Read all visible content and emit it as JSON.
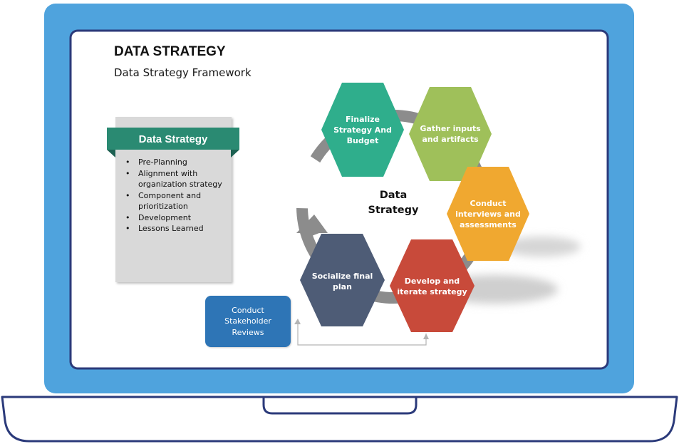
{
  "slide": {
    "title": "DATA STRATEGY",
    "subtitle": "Data Strategy Framework"
  },
  "panel": {
    "header": "Data Strategy",
    "items": [
      "Pre-Planning",
      "Alignment with organization strategy",
      "Component and prioritization",
      "Development",
      "Lessons Learned"
    ]
  },
  "cycle": {
    "center": "Data\nStrategy",
    "steps": [
      {
        "label": "Finalize\nStrategy And\nBudget",
        "color": "#2fae8c"
      },
      {
        "label": "Gather inputs\nand artifacts",
        "color": "#9fc05a"
      },
      {
        "label": "Conduct\ninterviews and\nassessments",
        "color": "#f0a830"
      },
      {
        "label": "Develop and\niterate strategy",
        "color": "#c84a3a"
      },
      {
        "label": "Socialize final\nplan",
        "color": "#4e5c76"
      }
    ]
  },
  "review_box": {
    "label": "Conduct\nStakeholder\nReviews"
  },
  "colors": {
    "laptop_blue": "#4fa3dd",
    "laptop_outline": "#2b3a7a",
    "panel_header": "#2a8a72",
    "arrow_gray": "#8c8c8c"
  }
}
